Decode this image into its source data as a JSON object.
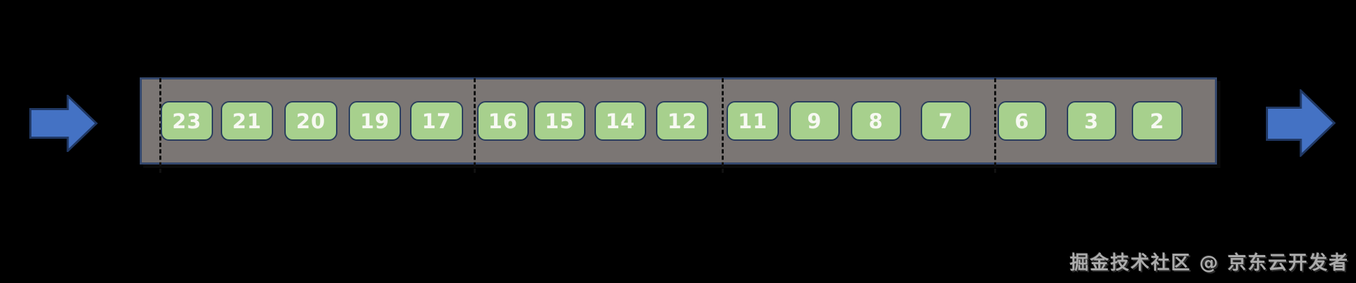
{
  "colors": {
    "background": "#000000",
    "arrow_fill": "#4472c4",
    "arrow_border": "#203864",
    "lane_fill": "#7b7674",
    "lane_border": "#36496e",
    "cell_fill": "#a7d08d",
    "cell_border": "#2b3f5e",
    "cell_text": "#f7f9f2",
    "divider": "#101010",
    "watermark_text_color": "#ababab"
  },
  "buffer": {
    "cells": [
      "23",
      "21",
      "20",
      "19",
      "17",
      "16",
      "15",
      "14",
      "12",
      "11",
      "9",
      "8",
      "7",
      "6",
      "3",
      "2"
    ],
    "group_sizes": [
      5,
      4,
      4,
      3
    ]
  },
  "watermark": {
    "text": "掘金技术社区 @ 京东云开发者"
  }
}
